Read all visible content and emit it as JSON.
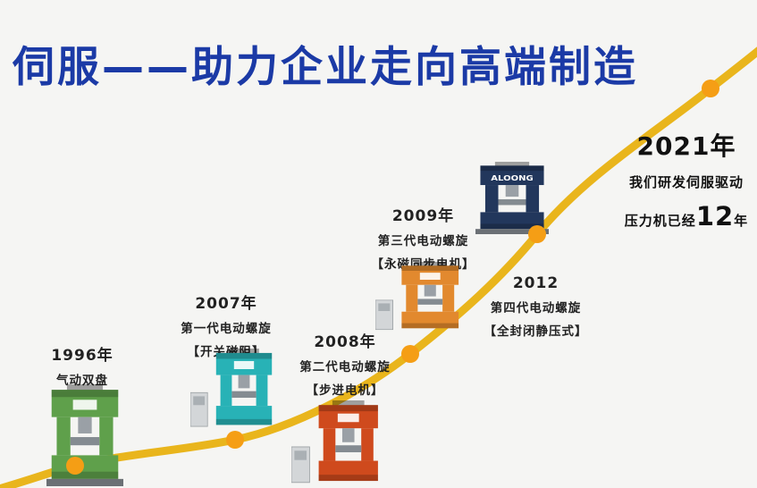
{
  "background": "#f5f5f3",
  "title": {
    "text": "伺服——助力企业走向高端制造",
    "color": "#1b3aa6"
  },
  "curve": {
    "color": "#e9b51c",
    "dot_color": "#f59e15"
  },
  "milestones": [
    {
      "year": "1996年",
      "line1": "气动双盘",
      "line2": "",
      "machine_color": "#5fa04b"
    },
    {
      "year": "2007年",
      "line1": "第一代电动螺旋",
      "line2": "【开关磁阻】",
      "machine_color": "#28b2b6"
    },
    {
      "year": "2008年",
      "line1": "第二代电动螺旋",
      "line2": "【步进电机】",
      "machine_color": "#cf4a1d"
    },
    {
      "year": "2009年",
      "line1": "第三代电动螺旋",
      "line2": "【永磁同步电机】",
      "machine_color": "#e2892e"
    },
    {
      "year": "2012",
      "line1": "第四代电动螺旋",
      "line2": "【全封闭静压式】",
      "machine_color": "#22375c",
      "brand": "ALOONG"
    }
  ],
  "finale": {
    "year": "2021年",
    "line1": "我们研发伺服驱动",
    "prefix": "压力机已经",
    "number": "12",
    "suffix": "年"
  }
}
